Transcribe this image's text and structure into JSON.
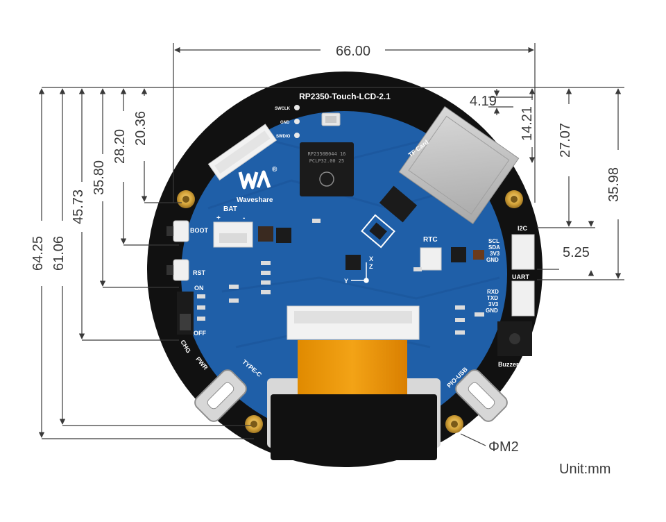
{
  "board": {
    "name": "RP2350-Touch-LCD-2.1",
    "brand": "Waveshare",
    "chip_line1": "RP2350B044 16",
    "chip_line2": "PCLP32.00 25",
    "registered_mark": "®"
  },
  "labels": {
    "swclk": "SWCLK",
    "gnd": "GND",
    "swdio": "SWDIO",
    "tf_card": "TF Card",
    "bat": "BAT",
    "plus": "+",
    "minus": "-",
    "boot": "BOOT",
    "rst": "RST",
    "on": "ON",
    "off": "OFF",
    "rtc": "RTC",
    "i2c": "I2C",
    "scl": "SCL",
    "sda": "SDA",
    "v3v3_a": "3V3",
    "gnd_a": "GND",
    "uart": "UART",
    "rxd": "RXD",
    "txd": "TXD",
    "v3v3_b": "3V3",
    "gnd_b": "GND",
    "buzzer": "Buzzer",
    "chg": "CHG",
    "pwr": "PWR",
    "type_c": "TYPE-C",
    "pio_usb": "PIO-USB",
    "axis_z": "Z",
    "axis_x": "X",
    "axis_y": "Y"
  },
  "dimensions": {
    "width_top": "66.00",
    "d_419": "4.19",
    "d_1421": "14.21",
    "d_2707": "27.07",
    "d_3598": "35.98",
    "d_525": "5.25",
    "d_6425": "64.25",
    "d_6106": "61.06",
    "d_4573": "45.73",
    "d_3580": "35.80",
    "d_2820": "28.20",
    "d_2036": "20.36"
  },
  "notes": {
    "hole": "ΦM2",
    "unit": "Unit:mm"
  },
  "colors": {
    "pcb": "#1f5fa8",
    "pcb_dark": "#174e8f",
    "screen": "#111111",
    "gold": "#d6a53a",
    "dim_line": "#3a3a3a"
  }
}
